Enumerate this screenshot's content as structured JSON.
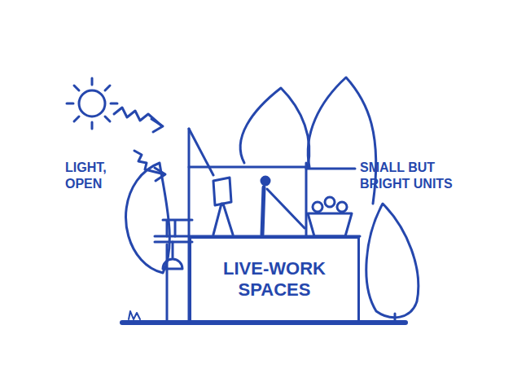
{
  "diagram": {
    "nodes": [
      {
        "text": [
          "LIVE-WORK SPACES"
        ]
      }
    ],
    "labels": [
      "LIGHT, OPEN",
      "SMALL BUT BRIGHT UNITS"
    ]
  }
}
